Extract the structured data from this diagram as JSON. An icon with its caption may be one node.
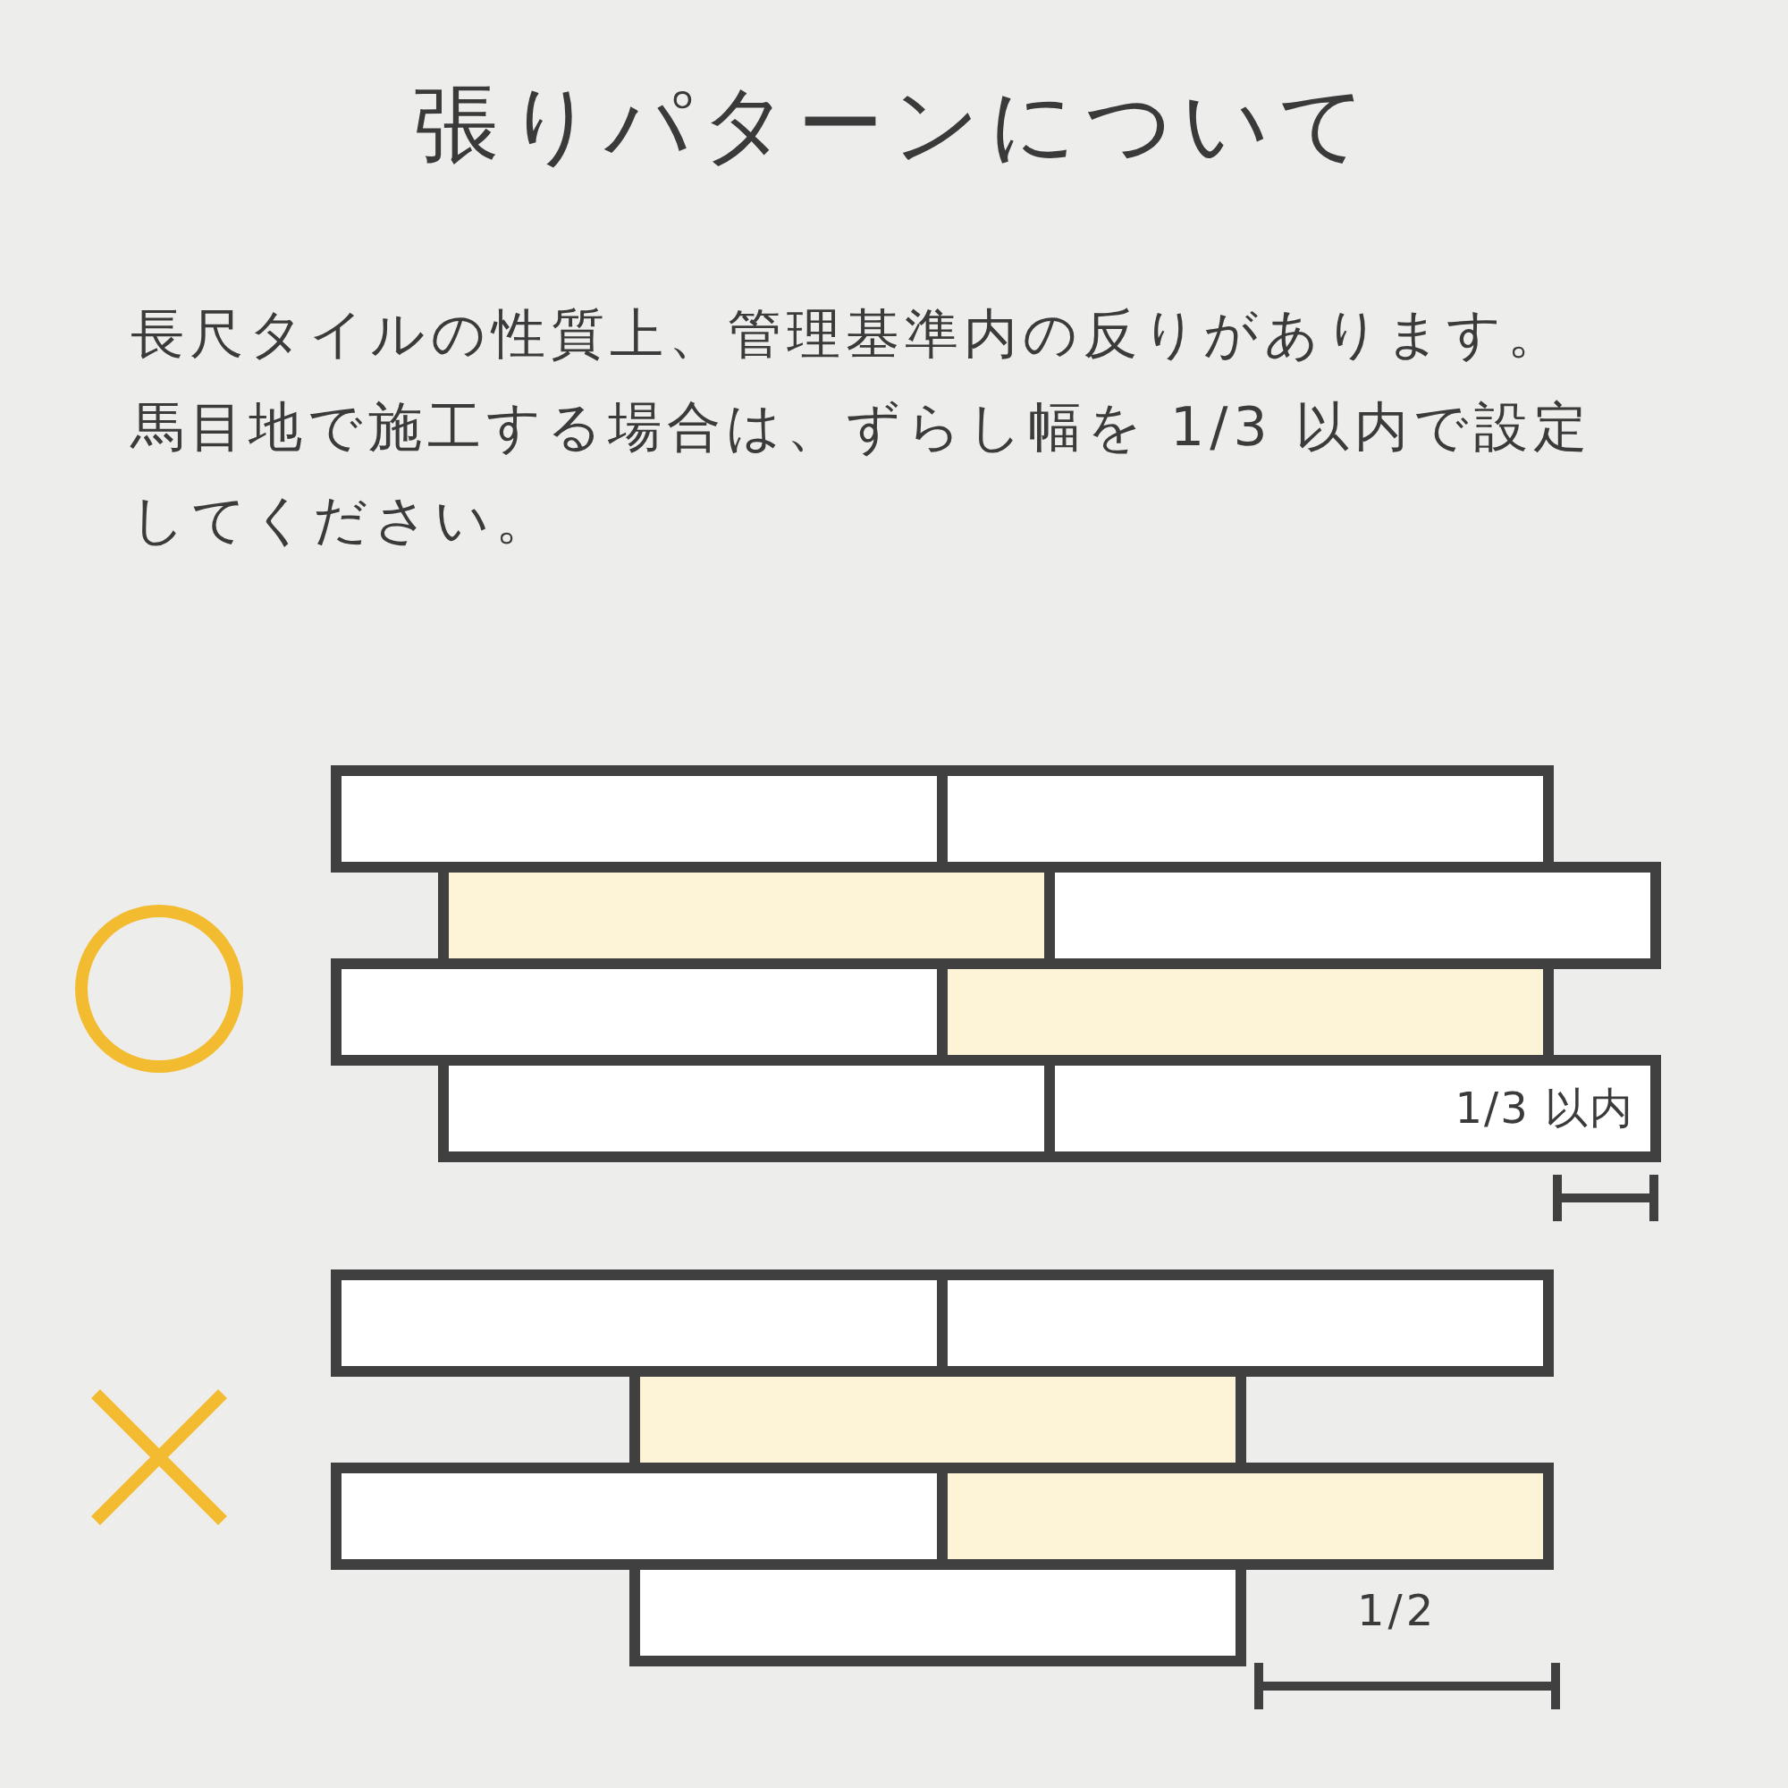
{
  "diagram": {
    "title": "張りパターンについて",
    "nodes": [
      {
        "text": [],
        "shape": "box"
      },
      {
        "text": [],
        "shape": "box"
      },
      {
        "text": [],
        "shape": "box"
      },
      {
        "text": [],
        "shape": "box"
      },
      {
        "text": [],
        "shape": "box"
      },
      {
        "text": [],
        "shape": "box"
      },
      {
        "text": [],
        "shape": "box"
      },
      {
        "text": [
          "1/3 以内"
        ]
      },
      {
        "text": [],
        "shape": "box"
      },
      {
        "text": [],
        "shape": "box"
      },
      {
        "text": [],
        "shape": "box"
      },
      {
        "text": [],
        "shape": "box"
      },
      {
        "text": [],
        "shape": "box"
      },
      {
        "text": [],
        "shape": "box"
      }
    ],
    "labels": [
      "長尺タイルの性質上、管理基準内の反りがあります。",
      "馬目地で施工する場合は、ずらし幅を 1/3 以内で設定してください。",
      "1/2"
    ]
  }
}
